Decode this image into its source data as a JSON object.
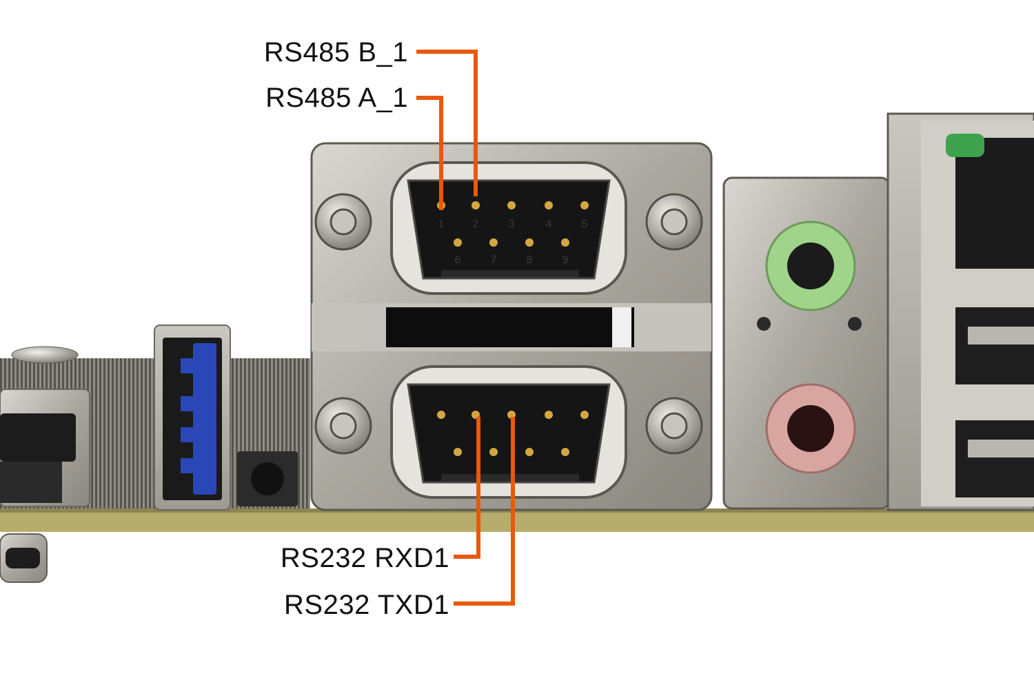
{
  "labels": {
    "rs485_b1": "RS485 B_1",
    "rs485_a1": "RS485 A_1",
    "rs232_rxd1": "RS232 RXD1",
    "rs232_txd1": "RS232 TXD1"
  },
  "db9_pin_numbers": [
    "1",
    "2",
    "3",
    "4",
    "5",
    "6",
    "7",
    "8",
    "9"
  ],
  "colors": {
    "callout": "#e8590c",
    "audio_green": "#9fd48a",
    "audio_pink": "#d9a5a0",
    "usb_blue": "#2a47b8",
    "led_green": "#3fa34d",
    "pcb": "#b6ad6c"
  }
}
